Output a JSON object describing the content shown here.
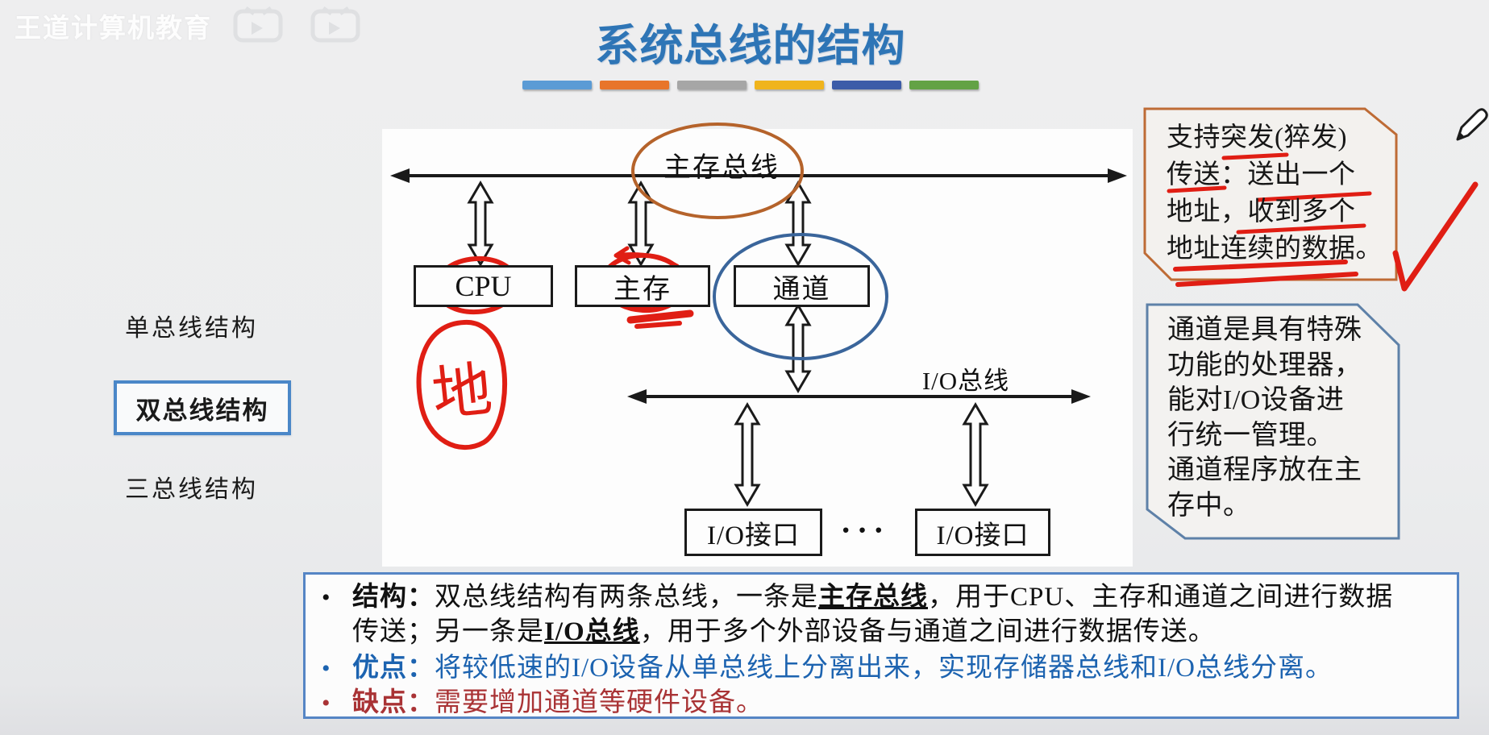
{
  "watermark": {
    "brand": "王道计算机教育",
    "logo": "bilibili-logo"
  },
  "title": "系统总线的结构",
  "accent_bar_colors": [
    "#5B9BD5",
    "#E8752A",
    "#A6A6A6",
    "#F0B41C",
    "#3C5CA8",
    "#63A245"
  ],
  "left_nav": {
    "items": [
      {
        "label": "单总线结构",
        "active": false
      },
      {
        "label": "双总线结构",
        "active": true
      },
      {
        "label": "三总线结构",
        "active": false
      }
    ],
    "active_border_color": "#4A87C8"
  },
  "diagram": {
    "memory_bus_label": "主存总线",
    "io_bus_label": "I/O总线",
    "cpu_label": "CPU",
    "main_memory_label": "主存",
    "channel_label": "通道",
    "io_interface_1_label": "I/O接口",
    "io_interface_2_label": "I/O接口",
    "ellipsis": "···",
    "handwriting_char": "地",
    "memory_bus_ellipse_color": "#B5632B",
    "channel_ellipse_color": "#3A659B",
    "ink_color": "#E01E14"
  },
  "callouts": {
    "burst": {
      "text": "支持突发(猝发)\n传送：送出一个\n地址，收到多个\n地址连续的数据。",
      "border_color": "#BE6B35"
    },
    "channel": {
      "text": "通道是具有特殊\n功能的处理器，\n能对I/O设备进\n行统一管理。\n通道程序放在主\n存中。",
      "border_color": "#5E81A8"
    }
  },
  "bottom_box": {
    "border_color": "#5585C5",
    "bullet_char": "•",
    "items": [
      {
        "color": "#111111",
        "parts": [
          "结构：",
          "双总线结构有两条总线，一条是",
          "主存总线",
          "，用于CPU、主存和通道之间进行数据\n传送；另一条是",
          "I/O总线",
          "，用于多个外部设备与通道之间进行数据传送。"
        ]
      },
      {
        "color": "#1C63B0",
        "parts": [
          "优点：",
          "将较低速的I/O设备从单总线上分离出来，实现存储器总线和I/O总线分离。"
        ]
      },
      {
        "color": "#A93335",
        "parts": [
          "缺点：",
          "需要增加通道等硬件设备。"
        ]
      }
    ]
  }
}
